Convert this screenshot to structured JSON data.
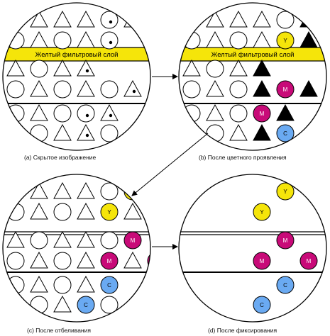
{
  "filter_label": "Желтый фильтровый слой",
  "colors": {
    "yellow": "#f5e50a",
    "magenta": "#c80a78",
    "cyan": "#6aaaf2",
    "black": "#000000",
    "outline": "#000000"
  },
  "dye_letters": {
    "yellow": "Y",
    "magenta": "M",
    "cyan": "C"
  },
  "panels": [
    {
      "id": "a",
      "caption": "(a) Скрытое изображение",
      "show_filter": true,
      "rows": [
        [
          "O",
          "T",
          "T",
          "T",
          "O.",
          "T."
        ],
        [
          "O",
          "T",
          "O",
          "T",
          "O."
        ],
        [
          "T",
          "O",
          "T",
          "T."
        ],
        [
          "O",
          "T",
          "O",
          "T",
          "O",
          "T."
        ],
        [
          "O",
          "T",
          "O",
          "O.",
          "T."
        ],
        [
          "T",
          "O",
          "T",
          "T.",
          "O"
        ]
      ]
    },
    {
      "id": "b",
      "caption": "(b) После цветного проявления",
      "show_filter": true,
      "rows": [
        [
          "O",
          "T",
          "T",
          "T",
          "O",
          "K"
        ],
        [
          "O",
          "T",
          "O",
          "T",
          "Y",
          "K"
        ],
        [
          "T",
          "O",
          "T",
          "K"
        ],
        [
          "O",
          "T",
          "O",
          "K",
          "M",
          "K"
        ],
        [
          "O",
          "T",
          "O",
          "M",
          "K"
        ],
        [
          "T",
          "O",
          "T",
          "K",
          "C"
        ]
      ]
    },
    {
      "id": "c",
      "caption": "(c) После отбеливания",
      "show_filter": false,
      "rows": [
        [
          "O",
          "T",
          "T",
          "T",
          "O",
          "Y",
          "T"
        ],
        [
          "O",
          "T",
          "O",
          "T",
          "Y",
          "T"
        ],
        [
          "T",
          "O",
          "T",
          "T",
          "O",
          "M"
        ],
        [
          "O",
          "T",
          "O",
          "T",
          "M",
          "T",
          "M"
        ],
        [
          "O",
          "T",
          "O",
          "T",
          "C"
        ],
        [
          "T",
          "O",
          "T",
          "C",
          "O"
        ]
      ]
    },
    {
      "id": "d",
      "caption": "(d) После фиксирования",
      "show_filter": false,
      "rows": [
        [
          "Y"
        ],
        [
          "Y"
        ],
        [
          "M"
        ],
        [
          "M",
          "M"
        ],
        [
          "C"
        ],
        [
          "C"
        ]
      ]
    }
  ]
}
